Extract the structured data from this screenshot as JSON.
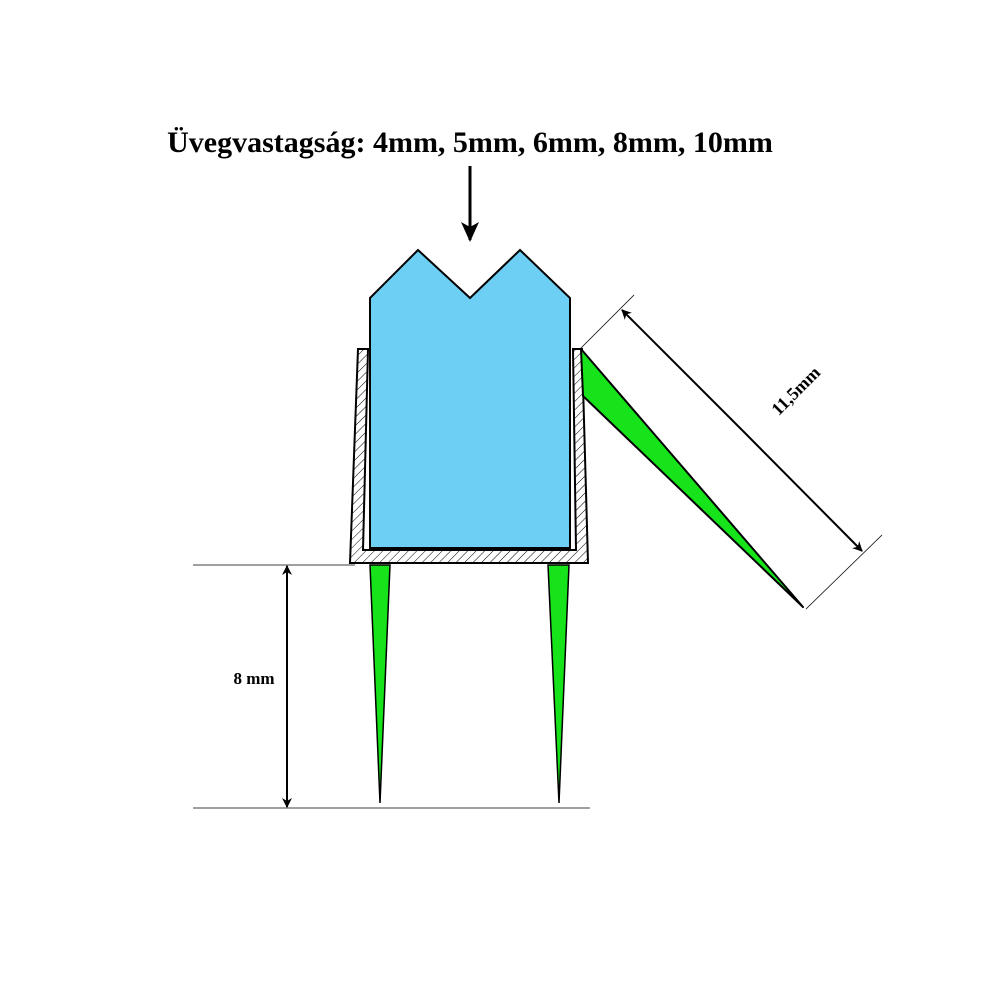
{
  "title": "Üvegvastagság: 4mm, 5mm, 6mm, 8mm, 10mm",
  "dimensions": {
    "flap_length": "11,5mm",
    "leg_height": "8 mm"
  },
  "colors": {
    "glass": "#6ecff5",
    "seal": "#16e31a",
    "outline": "#000000"
  }
}
